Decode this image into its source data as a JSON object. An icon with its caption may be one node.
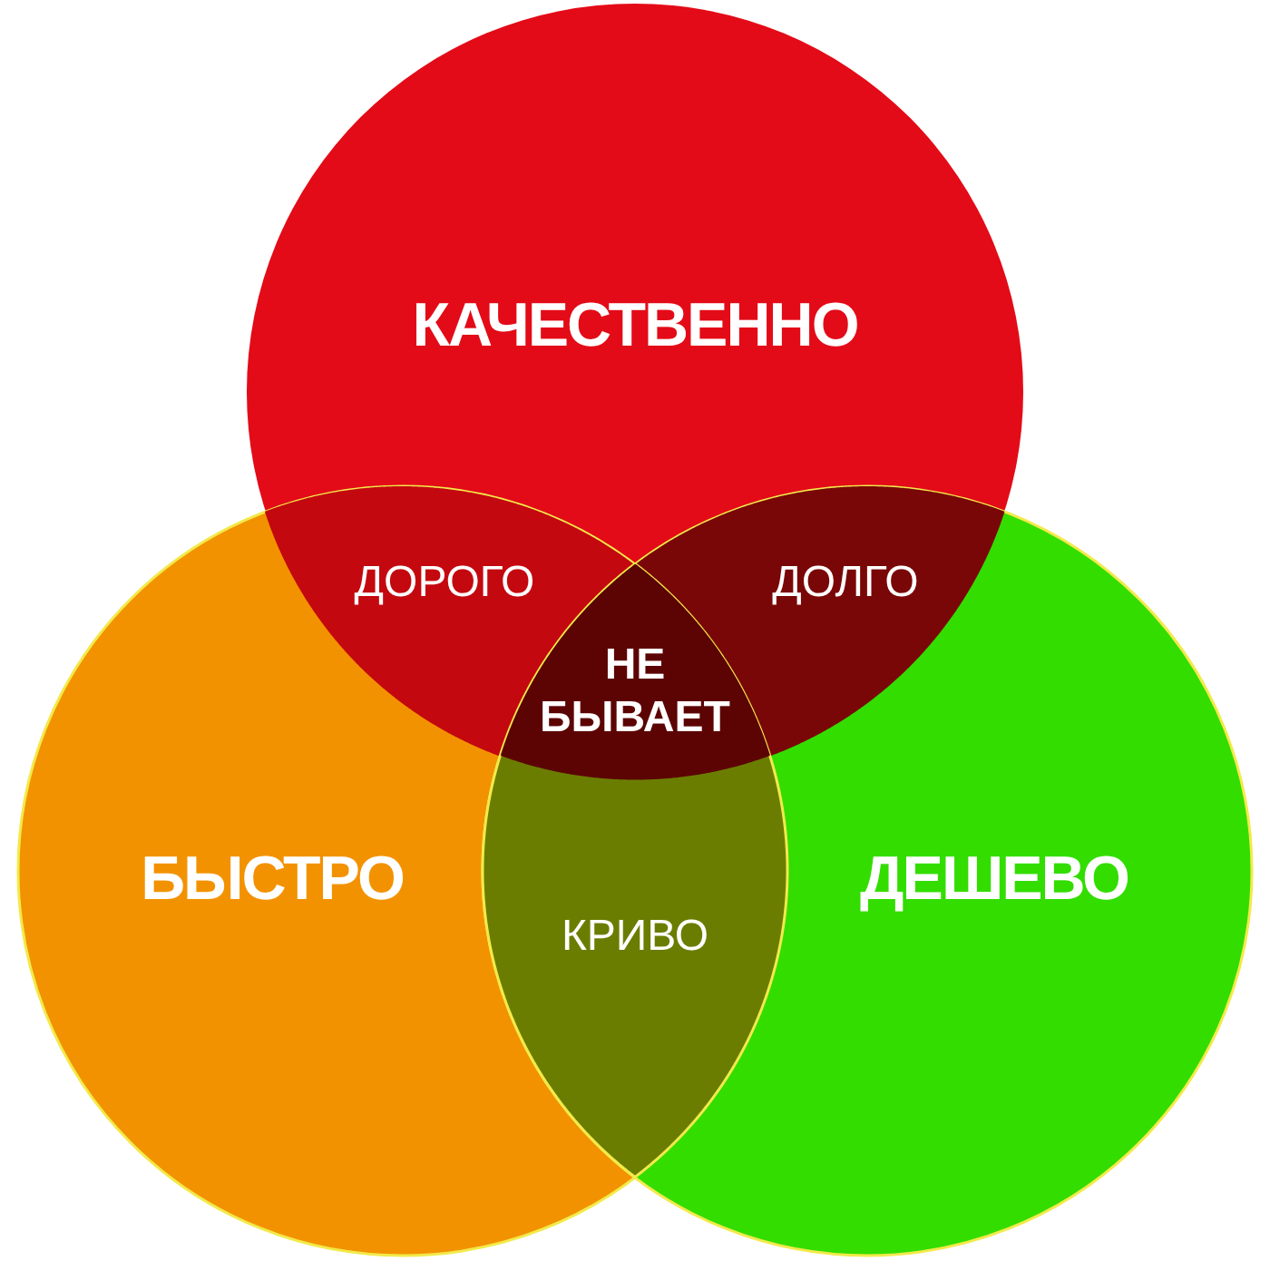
{
  "diagram": {
    "nodes": [
      {
        "text": [
          "КАЧЕСТВЕННО"
        ]
      },
      {
        "text": [
          "ДОРОГО"
        ]
      },
      {
        "text": [
          "ДОЛГО"
        ]
      },
      {
        "text": [
          "НЕ БЫВАЕТ"
        ]
      },
      {
        "text": [
          "БЫСТРО"
        ]
      },
      {
        "text": [
          "КРИВО"
        ]
      },
      {
        "text": [
          "ДЕШЕВО"
        ]
      }
    ]
  }
}
